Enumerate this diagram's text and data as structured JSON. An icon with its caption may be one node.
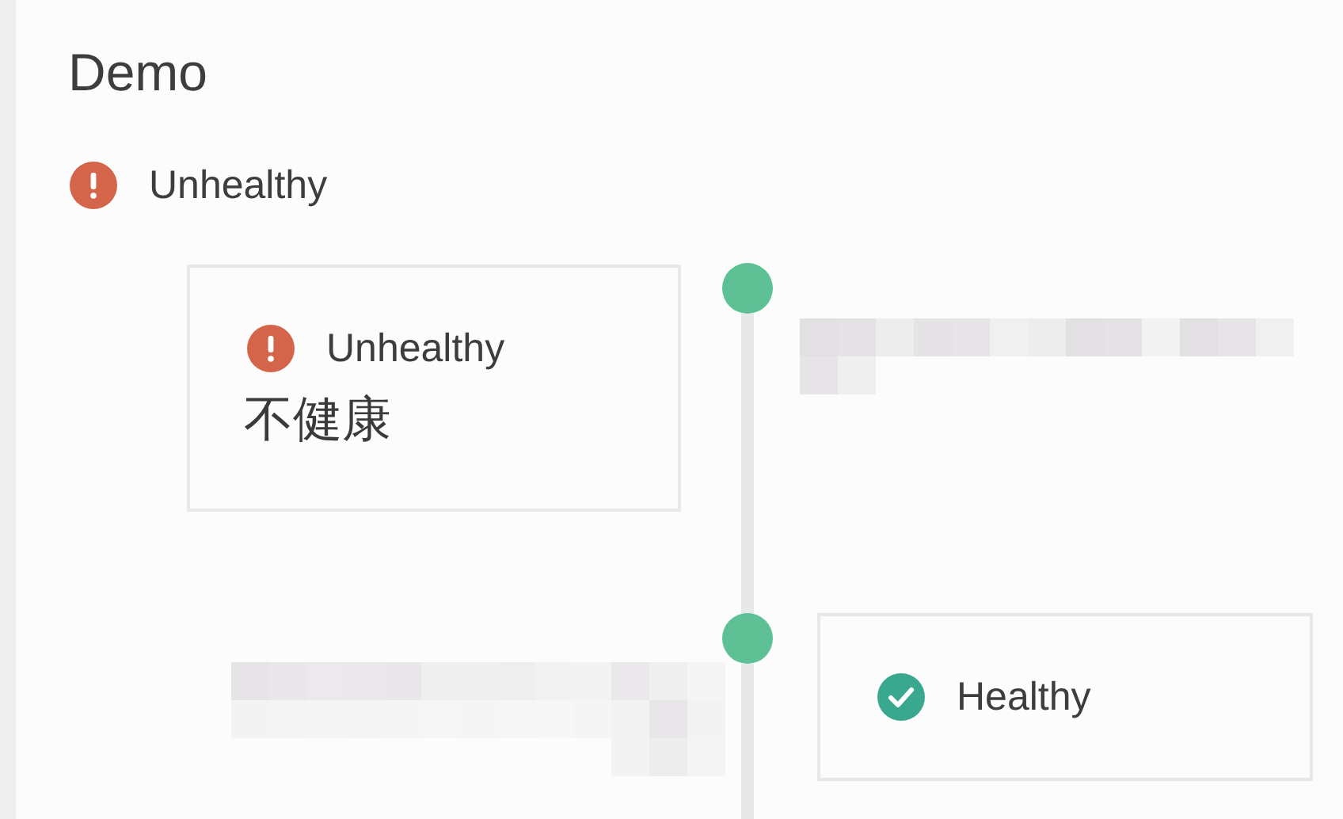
{
  "diagram": {
    "title": "Demo",
    "nodes": [
      {
        "text": [
          "Unhealthy",
          "不健康"
        ]
      },
      {
        "text": [],
        "shape": "circle"
      },
      {
        "text": [],
        "shape": "circle"
      },
      {
        "text": [
          "Healthy"
        ]
      }
    ],
    "edges": [
      {
        "from": 1,
        "to": 2,
        "arrow": "none"
      },
      {
        "from": 2,
        "to": null,
        "arrow": "none"
      }
    ],
    "labels": [
      "Unhealthy"
    ]
  }
}
